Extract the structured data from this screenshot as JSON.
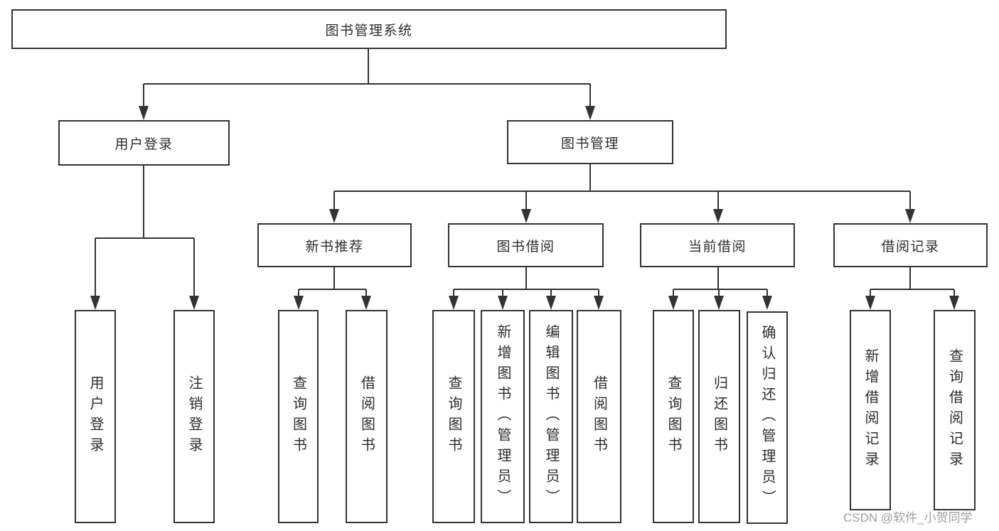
{
  "diagram": {
    "root": {
      "label": "图书管理系统"
    },
    "user_login": {
      "label": "用户登录",
      "children": [
        "用户登录",
        "注销登录"
      ]
    },
    "book_mgmt": {
      "label": "图书管理",
      "new_book": {
        "label": "新书推荐",
        "children": [
          "查询图书",
          "借阅图书"
        ]
      },
      "borrow": {
        "label": "图书借阅",
        "children": [
          "查询图书",
          "新增图书（管理员）",
          "编辑图书（管理员）",
          "借阅图书"
        ]
      },
      "current": {
        "label": "当前借阅",
        "children": [
          "查询图书",
          "归还图书",
          "确认归还（管理员）"
        ]
      },
      "records": {
        "label": "借阅记录",
        "children": [
          "新增借阅记录",
          "查询借阅记录"
        ]
      }
    }
  },
  "watermark": {
    "text": "CSDN @软件_小贺同学"
  },
  "colors": {
    "line": "#333333",
    "text": "#2d2d2d",
    "watermark": "#9f9f9f",
    "background": "#ffffff"
  }
}
